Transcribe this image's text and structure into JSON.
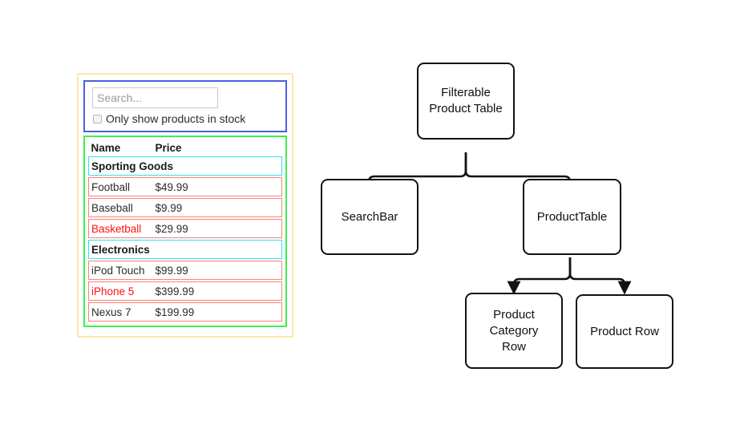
{
  "app_mock": {
    "search": {
      "placeholder": "Search...",
      "value": "",
      "icon": "text-input"
    },
    "stock_filter": {
      "label": "Only show products in stock",
      "checked": false,
      "icon": "checkbox-unchecked-icon"
    },
    "table": {
      "columns": [
        "Name",
        "Price"
      ],
      "rows": [
        {
          "type": "category",
          "name": "Sporting Goods"
        },
        {
          "type": "product",
          "name": "Football",
          "price": "$49.99",
          "stocked": true
        },
        {
          "type": "product",
          "name": "Baseball",
          "price": "$9.99",
          "stocked": true
        },
        {
          "type": "product",
          "name": "Basketball",
          "price": "$29.99",
          "stocked": false
        },
        {
          "type": "category",
          "name": "Electronics"
        },
        {
          "type": "product",
          "name": "iPod Touch",
          "price": "$99.99",
          "stocked": true
        },
        {
          "type": "product",
          "name": "iPhone 5",
          "price": "$399.99",
          "stocked": false
        },
        {
          "type": "product",
          "name": "Nexus 7",
          "price": "$199.99",
          "stocked": true
        }
      ]
    },
    "outline_colors": {
      "app_wrapper": "#fde3ac",
      "search_bar": "#4a5fe3",
      "product_table": "#3cf04e",
      "category_row": "#33e0ee",
      "product_row": "#fb8378",
      "out_of_stock_text": "#ff1010"
    }
  },
  "diagram": {
    "type": "component-tree",
    "nodes": [
      {
        "id": "filterable-product-table",
        "label": "Filterable\nProduct Table"
      },
      {
        "id": "search-bar",
        "label": "SearchBar"
      },
      {
        "id": "product-table",
        "label": "ProductTable"
      },
      {
        "id": "product-category-row",
        "label": "Product\nCategory\nRow"
      },
      {
        "id": "product-row",
        "label": "Product Row"
      }
    ],
    "edges": [
      {
        "from": "filterable-product-table",
        "to": "search-bar"
      },
      {
        "from": "filterable-product-table",
        "to": "product-table"
      },
      {
        "from": "product-table",
        "to": "product-category-row"
      },
      {
        "from": "product-table",
        "to": "product-row"
      }
    ],
    "line_color": "#121212"
  }
}
